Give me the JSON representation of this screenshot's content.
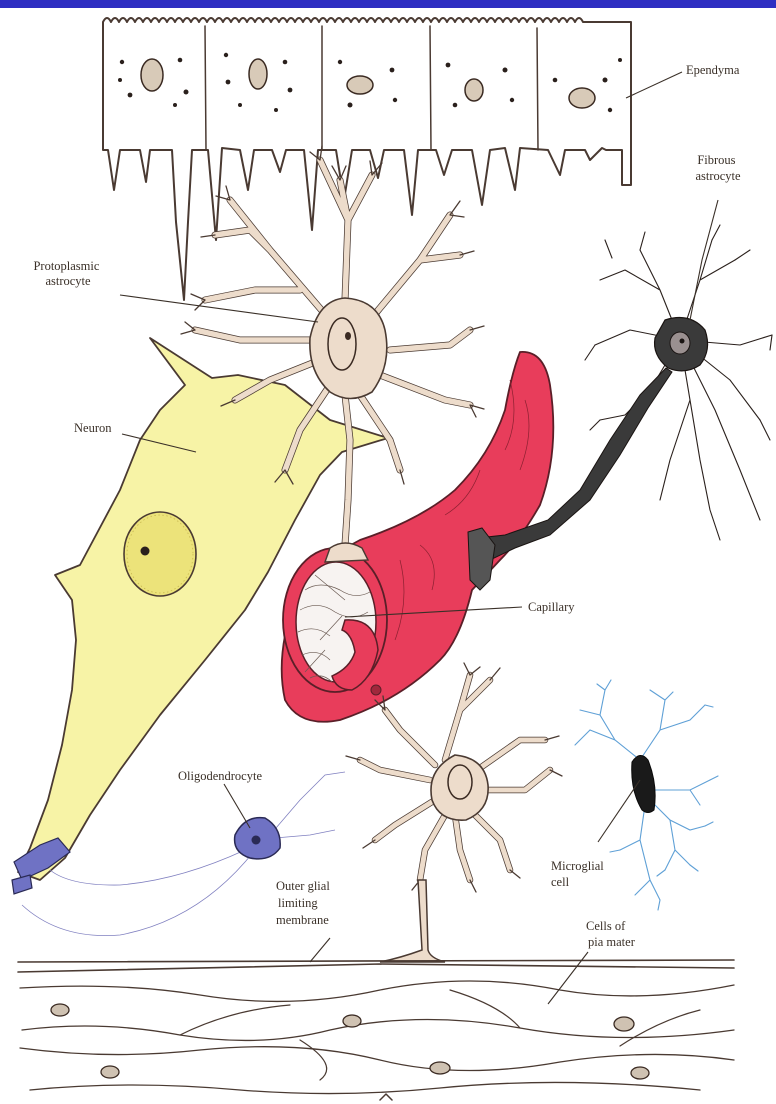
{
  "colors": {
    "top_bar": "#2e2ec2",
    "neuron": "#f7f3a6",
    "astrocyte": "#eddccb",
    "capillary": "#e83d5b",
    "oligodendrocyte": "#6f72c4",
    "microglia_processes": "#5fa0d6",
    "ink": "#4a3a32"
  },
  "labels": {
    "ependyma": "Ependyma",
    "fibrous_astrocyte": [
      "Fibrous",
      "astrocyte"
    ],
    "protoplasmic_astrocyte": [
      "Protoplasmic",
      "astrocyte"
    ],
    "neuron": "Neuron",
    "capillary": "Capillary",
    "oligodendrocyte": "Oligodendrocyte",
    "microglial_cell": [
      "Microglial",
      "cell"
    ],
    "outer_glial_limiting_membrane": [
      "Outer glial",
      "limiting",
      "membrane"
    ],
    "cells_of_pia_mater": [
      "Cells of",
      "pia mater"
    ]
  }
}
